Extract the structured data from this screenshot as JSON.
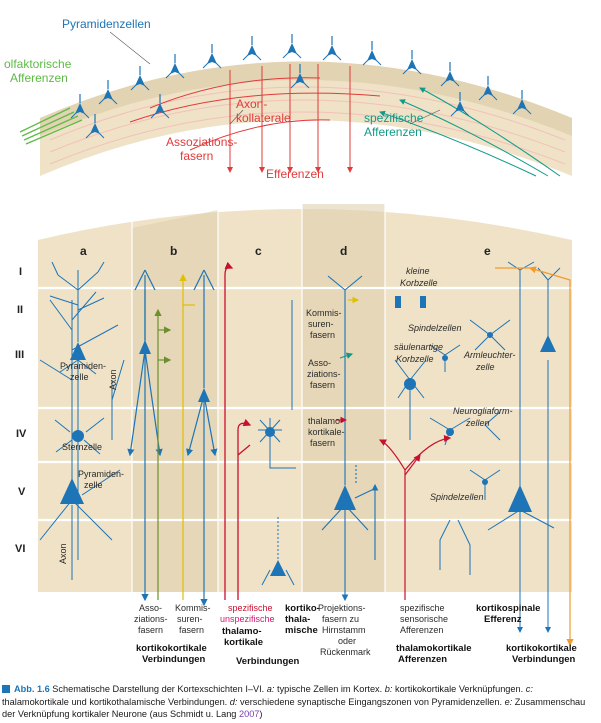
{
  "top_panel": {
    "pyramid_cells": "Pyramidenzellen",
    "olfactory_1": "olfaktorische",
    "olfactory_2": "Afferenzen",
    "axon_1": "Axon-",
    "axon_2": "kollaterale",
    "assoc_1": "Assoziations-",
    "assoc_2": "fasern",
    "efferents": "Efferenzen",
    "specific_1": "spezifische",
    "specific_2": "Afferenzen"
  },
  "layers": [
    "I",
    "II",
    "III",
    "IV",
    "V",
    "VI"
  ],
  "columns": [
    "a",
    "b",
    "c",
    "d",
    "e"
  ],
  "panel_a": {
    "pyr_1": "Pyramiden-",
    "pyr_2": "zelle",
    "axon": "Axon",
    "star": "Sternzelle",
    "pyr2_1": "Pyramiden-",
    "pyr2_2": "zelle",
    "axon2": "Axon"
  },
  "panel_b": {
    "assoc": [
      "Asso-",
      "ziations-",
      "fasern"
    ],
    "comm": [
      "Kommis-",
      "suren-",
      "fasern"
    ],
    "bold": [
      "kortikokortikale",
      "Verbindungen"
    ]
  },
  "panel_c": {
    "specific": "spezifische",
    "unspecific": "unspezifische",
    "bold_left": [
      "thalamo-",
      "kortikale",
      "Verbindungen"
    ],
    "bold_right": [
      "kortiko-",
      "thala-",
      "mische"
    ]
  },
  "panel_d": {
    "comm": [
      "Kommis-",
      "suren-",
      "fasern"
    ],
    "assoc": [
      "Asso-",
      "ziations-",
      "fasern"
    ],
    "thal": [
      "thalamo-",
      "kortikale-",
      "fasern"
    ],
    "proj": [
      "Projektions-",
      "fasern zu",
      "Hirnstamm",
      "oder",
      "Rückenmark"
    ]
  },
  "panel_e": {
    "korb": [
      "kleine",
      "Korbzelle"
    ],
    "spindel1": "Spindelzellen",
    "saeulen": [
      "säulenartige",
      "Korbzelle"
    ],
    "arm": [
      "Armleuchter-",
      "zelle"
    ],
    "neuroglia": [
      "Neurogliaform-",
      "zellen"
    ],
    "spindel2": "Spindelzellen",
    "afferent": [
      "spezifische",
      "sensorische",
      "Afferenzen"
    ],
    "bold_afferent": [
      "thalamokortikale",
      "Afferenzen"
    ],
    "bold_spinal": [
      "kortikospinale",
      "Efferenz"
    ],
    "bold_cc": [
      "kortikokortikale",
      "Verbindungen"
    ]
  },
  "caption": {
    "fig_no": "Abb. 1.6",
    "lead": " Schematische Darstellung der Kortexschichten I–VI. ",
    "a_key": "a:",
    "a_text": " typische Zellen im Kortex. ",
    "b_key": "b:",
    "b_text": " kortikokortikale Verknüpfungen. ",
    "c_key": "c:",
    "c_text": " thalamokortikale und kortikothalamische Verbindungen. ",
    "d_key": "d:",
    "d_text": " verschiedene synaptische Eingangszonen von Pyramidenzellen. ",
    "e_key": "e:",
    "e_text": " Zusammenschau der Verknüpfung kortikaler Neurone (aus Schmidt u. Lang ",
    "year": "2007",
    "end": ")"
  },
  "colors": {
    "blue": "#1d74b7",
    "red": "#e23b3b",
    "crimson": "#c8102e",
    "green": "#5dbb46",
    "olive": "#6e8f2f",
    "teal": "#119a8a",
    "yellow": "#f2d200",
    "orange": "#f39a2b",
    "beige": "#efe2c7",
    "beige_dark": "#ddcdaa"
  }
}
